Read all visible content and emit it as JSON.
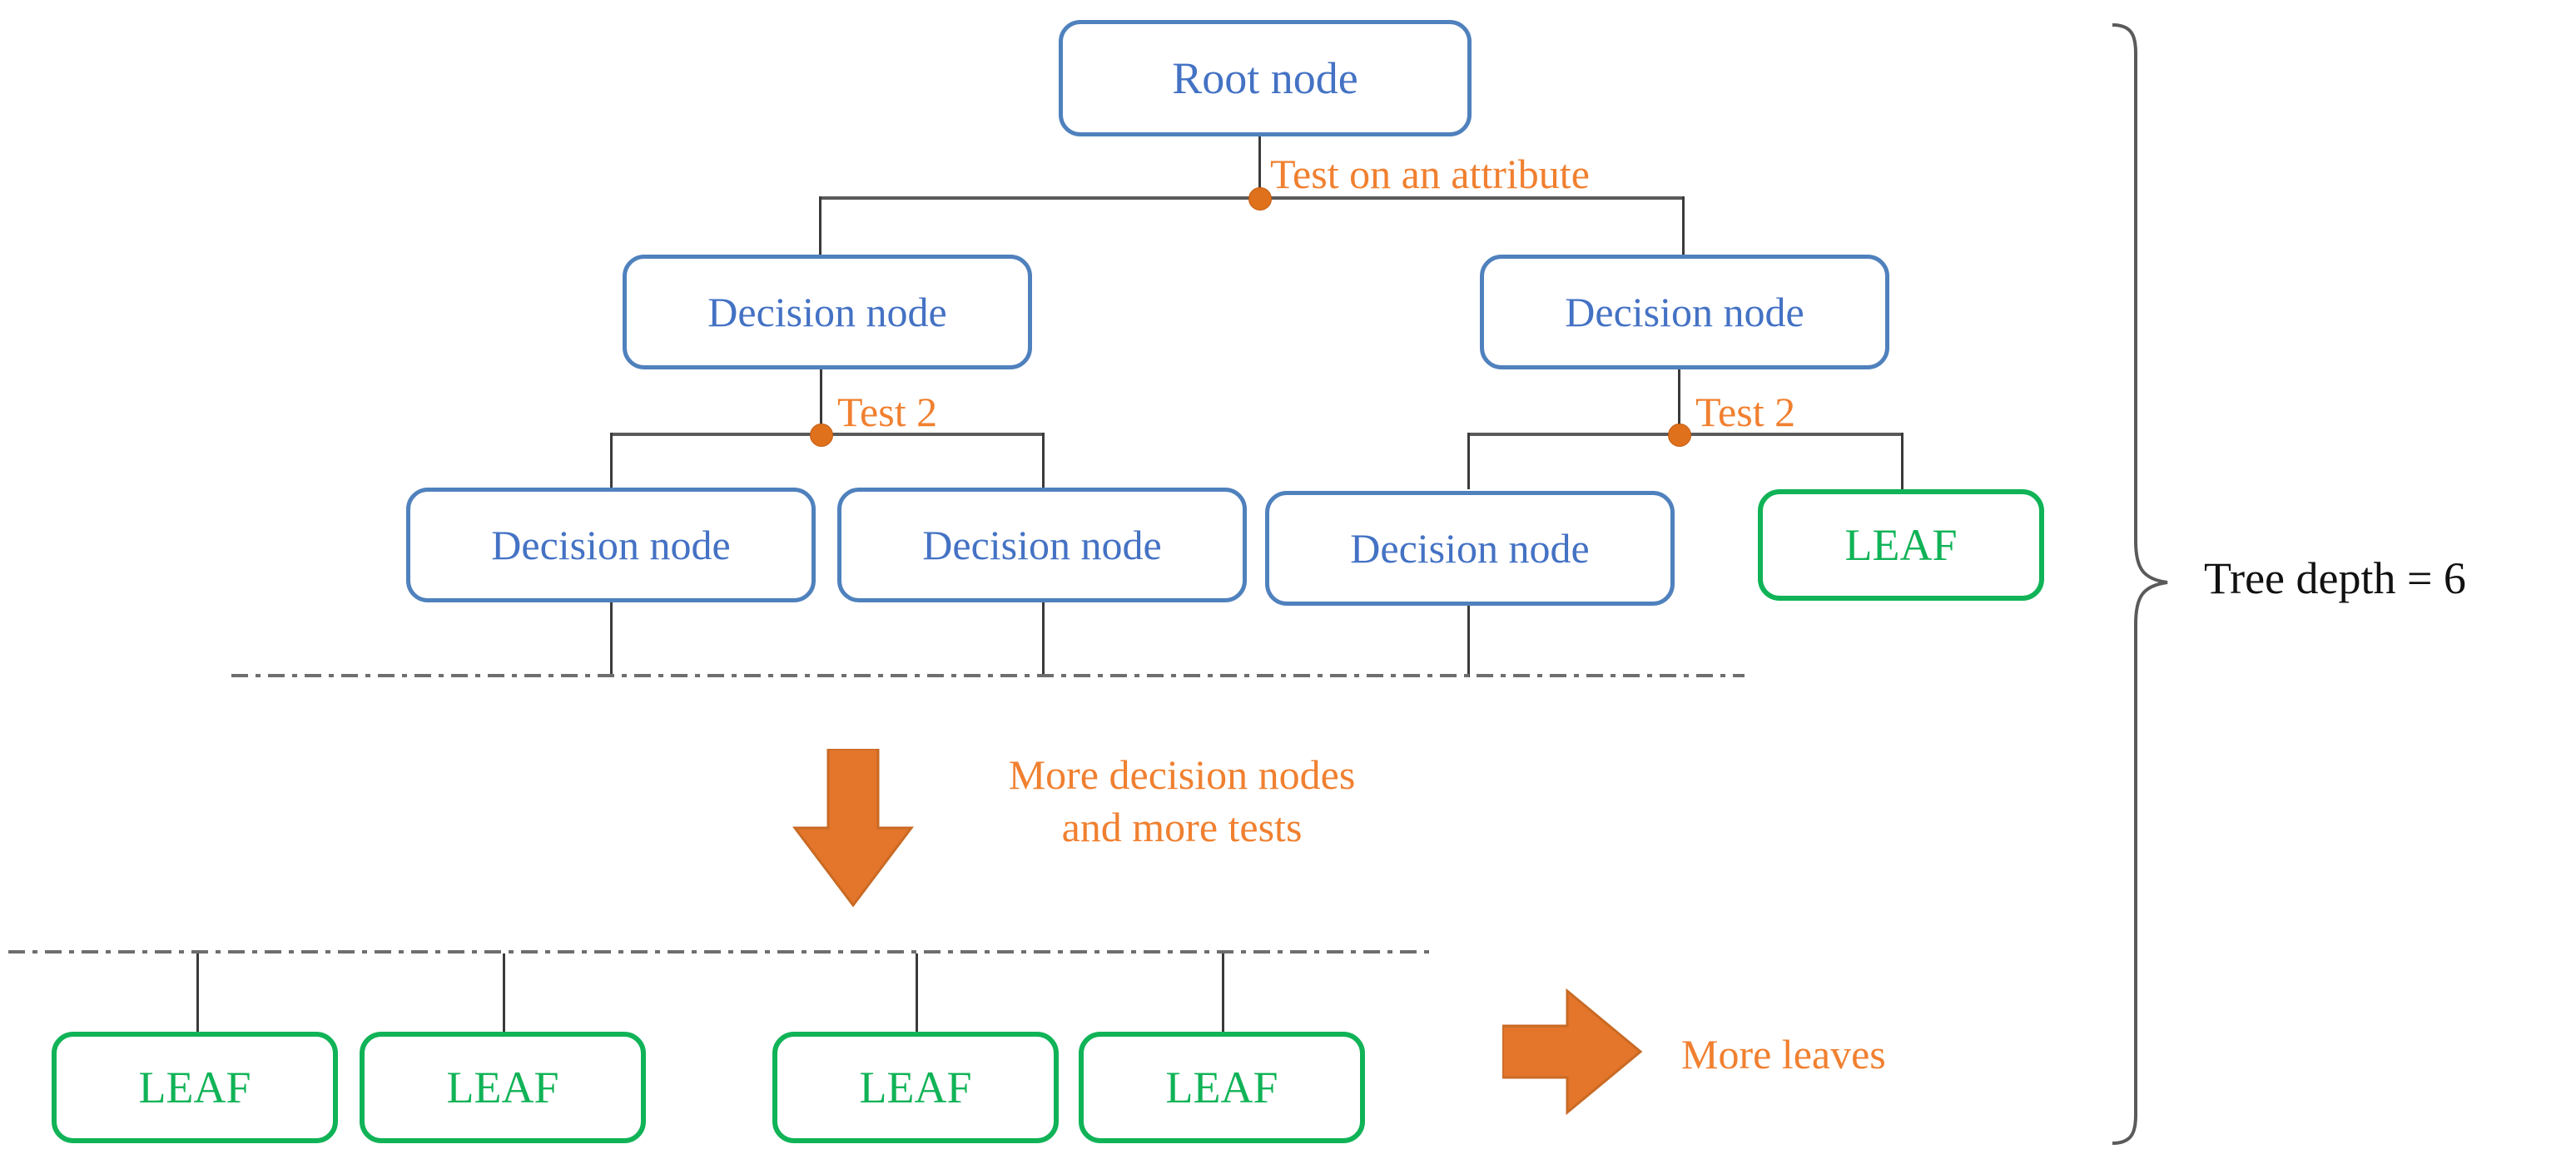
{
  "diagram": {
    "title": "Decision tree structure illustration",
    "colors": {
      "decision_border": "#4F81BD",
      "decision_text": "#4472C4",
      "leaf_border": "#10B357",
      "leaf_text": "#10B357",
      "accent_orange": "#F08030",
      "dot_orange": "#E0711C",
      "connector_gray": "#3A3A3A",
      "separator_gray": "#6E6E6E",
      "depth_text": "#111111"
    },
    "levels": {
      "root": {
        "label": "Root node"
      },
      "level2": [
        {
          "label": "Decision node"
        },
        {
          "label": "Decision node"
        }
      ],
      "level3": [
        {
          "label": "Decision node",
          "kind": "decision"
        },
        {
          "label": "Decision node",
          "kind": "decision"
        },
        {
          "label": "Decision node",
          "kind": "decision"
        },
        {
          "label": "LEAF",
          "kind": "leaf"
        }
      ],
      "bottom_leaves": [
        {
          "label": "LEAF"
        },
        {
          "label": "LEAF"
        },
        {
          "label": "LEAF"
        },
        {
          "label": "LEAF"
        }
      ]
    },
    "edge_labels": {
      "root_split": "Test on an attribute",
      "left_split": "Test 2",
      "right_split": "Test 2"
    },
    "annotations": {
      "more_nodes_line1": "More decision nodes",
      "more_nodes_line2": "and more tests",
      "more_leaves": "More leaves",
      "tree_depth": "Tree depth = 6"
    }
  }
}
